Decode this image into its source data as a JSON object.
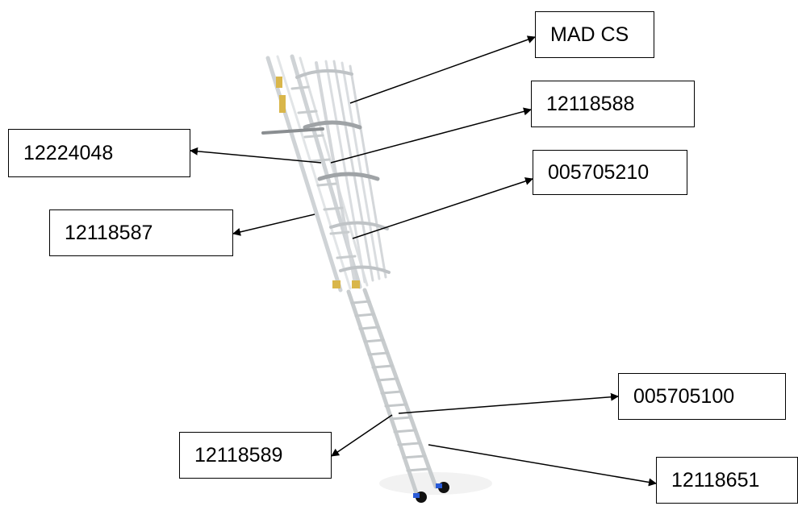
{
  "labels": {
    "mad_cs": "MAD CS",
    "p12118588": "12118588",
    "p12224048": "12224048",
    "p005705210": "005705210",
    "p12118587": "12118587",
    "p005705100": "005705100",
    "p12118589": "12118589",
    "p12118651": "12118651"
  }
}
